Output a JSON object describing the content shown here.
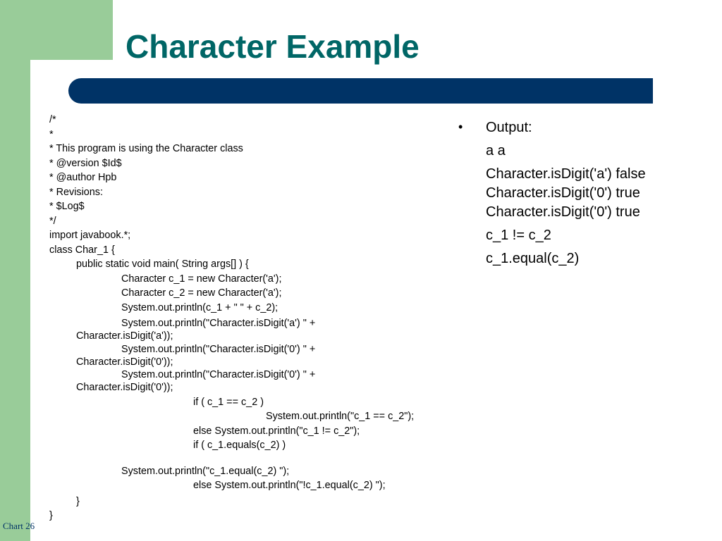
{
  "slide": {
    "title": "Character Example",
    "footer": "Chart 26"
  },
  "code": {
    "lines": [
      "/*",
      "*",
      "* This program is using the Character class",
      "* @version $Id$",
      "* @author Hpb",
      "* Revisions:",
      "* $Log$",
      "*/",
      "import javabook.*;",
      "class Char_1 {",
      "public static void main( String args[] ) {",
      "Character c_1 = new Character('a');",
      "Character c_2 = new Character('a');",
      "System.out.println(c_1 + \" \" + c_2);",
      "System.out.println(\"Character.isDigit('a') \" +",
      "Character.isDigit('a'));",
      "System.out.println(\"Character.isDigit('0') \" +",
      "Character.isDigit('0'));",
      "System.out.println(\"Character.isDigit('0') \" +",
      "Character.isDigit('0'));",
      "if ( c_1 == c_2 )",
      "System.out.println(\"c_1 == c_2\");",
      "else System.out.println(\"c_1 != c_2\");",
      "if ( c_1.equals(c_2) )",
      "System.out.println(\"c_1.equal(c_2) \");",
      "else System.out.println(\"!c_1.equal(c_2) \");",
      "}",
      "}"
    ]
  },
  "output": {
    "bullet": "•",
    "label": "Output:",
    "line1": "a a",
    "line2": "Character.isDigit('a') false",
    "line3": "Character.isDigit('0') true",
    "line4": "Character.isDigit('0') true",
    "line5": "c_1 != c_2",
    "line6": "c_1.equal(c_2)"
  }
}
